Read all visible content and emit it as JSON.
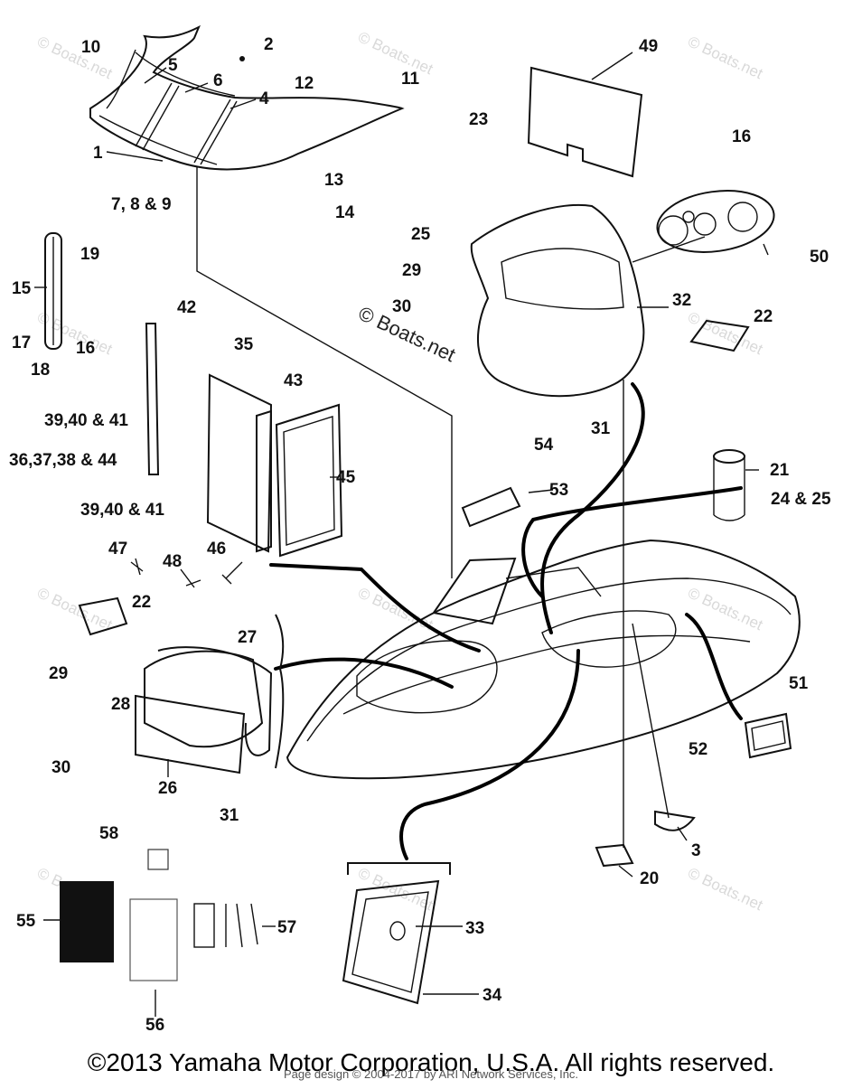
{
  "callouts": [
    {
      "id": "c10",
      "text": "10"
    },
    {
      "id": "c2",
      "text": "2"
    },
    {
      "id": "c5",
      "text": "5"
    },
    {
      "id": "c6",
      "text": "6"
    },
    {
      "id": "c4",
      "text": "4"
    },
    {
      "id": "c12",
      "text": "12"
    },
    {
      "id": "c11",
      "text": "11"
    },
    {
      "id": "c1",
      "text": "1"
    },
    {
      "id": "c789",
      "text": "7, 8 & 9"
    },
    {
      "id": "c13",
      "text": "13"
    },
    {
      "id": "c14",
      "text": "14"
    },
    {
      "id": "c49",
      "text": "49"
    },
    {
      "id": "c23",
      "text": "23"
    },
    {
      "id": "c16a",
      "text": "16"
    },
    {
      "id": "c50",
      "text": "50"
    },
    {
      "id": "c25a",
      "text": "25"
    },
    {
      "id": "c29a",
      "text": "29"
    },
    {
      "id": "c30a",
      "text": "30"
    },
    {
      "id": "c32",
      "text": "32"
    },
    {
      "id": "c22a",
      "text": "22"
    },
    {
      "id": "c31a",
      "text": "31"
    },
    {
      "id": "c19",
      "text": "19"
    },
    {
      "id": "c15",
      "text": "15"
    },
    {
      "id": "c17",
      "text": "17"
    },
    {
      "id": "c16b",
      "text": "16"
    },
    {
      "id": "c18",
      "text": "18"
    },
    {
      "id": "c42",
      "text": "42"
    },
    {
      "id": "c35",
      "text": "35"
    },
    {
      "id": "c43",
      "text": "43"
    },
    {
      "id": "c3940a",
      "text": "39,40 & 41"
    },
    {
      "id": "c36",
      "text": "36,37,38 & 44"
    },
    {
      "id": "c3940b",
      "text": "39,40 & 41"
    },
    {
      "id": "c45",
      "text": "45"
    },
    {
      "id": "c54",
      "text": "54"
    },
    {
      "id": "c53",
      "text": "53"
    },
    {
      "id": "c21",
      "text": "21"
    },
    {
      "id": "c2425",
      "text": "24 & 25"
    },
    {
      "id": "c47",
      "text": "47"
    },
    {
      "id": "c48",
      "text": "48"
    },
    {
      "id": "c46",
      "text": "46"
    },
    {
      "id": "c22b",
      "text": "22"
    },
    {
      "id": "c27",
      "text": "27"
    },
    {
      "id": "c29b",
      "text": "29"
    },
    {
      "id": "c28",
      "text": "28"
    },
    {
      "id": "c30b",
      "text": "30"
    },
    {
      "id": "c26",
      "text": "26"
    },
    {
      "id": "c31b",
      "text": "31"
    },
    {
      "id": "c51",
      "text": "51"
    },
    {
      "id": "c52",
      "text": "52"
    },
    {
      "id": "c3",
      "text": "3"
    },
    {
      "id": "c20",
      "text": "20"
    },
    {
      "id": "c58",
      "text": "58"
    },
    {
      "id": "c55",
      "text": "55"
    },
    {
      "id": "c57",
      "text": "57"
    },
    {
      "id": "c56",
      "text": "56"
    },
    {
      "id": "c33",
      "text": "33"
    },
    {
      "id": "c34",
      "text": "34"
    }
  ],
  "watermark": {
    "center": "© Boats.net",
    "tile": "© Boats.net"
  },
  "footer": {
    "copyright": "©2013 Yamaha Motor Corporation, U.S.A. All rights reserved.",
    "page_design": "Page design © 2004-2017 by ARI Network Services, Inc."
  },
  "colors": {
    "ink": "#111111",
    "background": "#ffffff",
    "watermark": "#d9d9d9"
  }
}
